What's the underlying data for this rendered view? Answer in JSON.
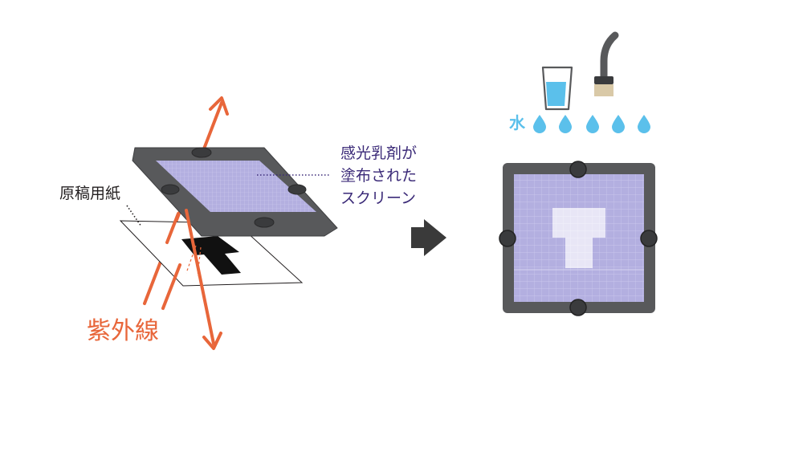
{
  "labels": {
    "manuscript_paper": "原稿用紙",
    "emulsion_line1": "感光乳剤が",
    "emulsion_line2": "塗布された",
    "emulsion_line3": "スクリーン",
    "ultraviolet": "紫外線",
    "water": "水"
  },
  "colors": {
    "uv_orange": "#e8663a",
    "frame_dark": "#58595b",
    "mesh_lavender": "#b3afe0",
    "water_blue": "#5bc0eb",
    "label_purple": "#3b2a78",
    "arrow_dark": "#3a3a3a"
  },
  "icons": [
    "cup-icon",
    "hose-brush-icon",
    "water-drop-icon",
    "right-arrow-icon"
  ]
}
